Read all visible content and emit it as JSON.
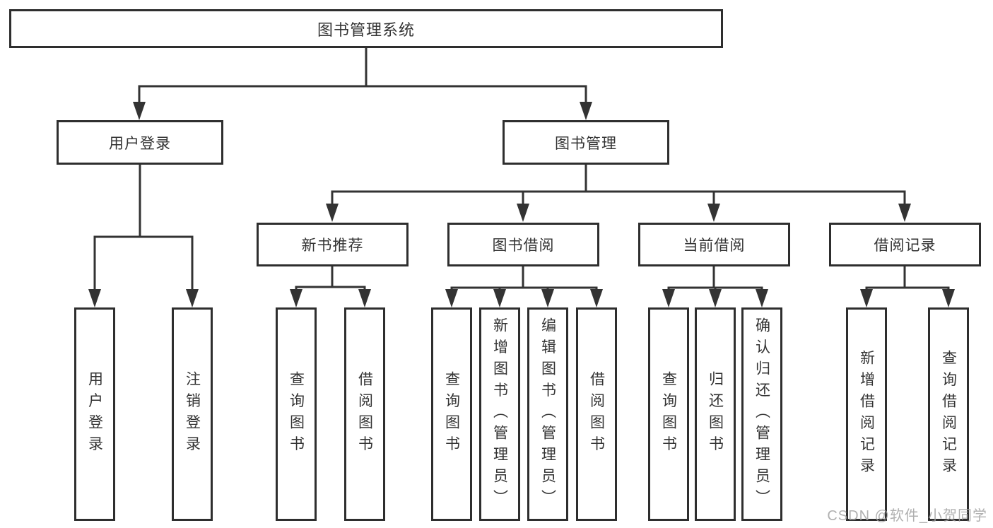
{
  "tree": {
    "root": {
      "label": "图书管理系统"
    },
    "branches": [
      {
        "label": "用户登录",
        "children": [
          {
            "label": "用户登录"
          },
          {
            "label": "注销登录"
          }
        ]
      },
      {
        "label": "图书管理",
        "children": [
          {
            "label": "新书推荐",
            "children": [
              {
                "label": "查询图书"
              },
              {
                "label": "借阅图书"
              }
            ]
          },
          {
            "label": "图书借阅",
            "children": [
              {
                "label": "查询图书"
              },
              {
                "label": "新增图书（管理员）"
              },
              {
                "label": "编辑图书（管理员）"
              },
              {
                "label": "借阅图书"
              }
            ]
          },
          {
            "label": "当前借阅",
            "children": [
              {
                "label": "查询图书"
              },
              {
                "label": "归还图书"
              },
              {
                "label": "确认归还（管理员）"
              }
            ]
          },
          {
            "label": "借阅记录",
            "children": [
              {
                "label": "新增借阅记录"
              },
              {
                "label": "查询借阅记录"
              }
            ]
          }
        ]
      }
    ]
  },
  "watermark": {
    "text": "CSDN @软件_小贺同学"
  },
  "colors": {
    "line": "#333333",
    "box_border": "#2e2e2e",
    "text": "#333333",
    "watermark": "#a2a2a2",
    "background": "#ffffff"
  }
}
